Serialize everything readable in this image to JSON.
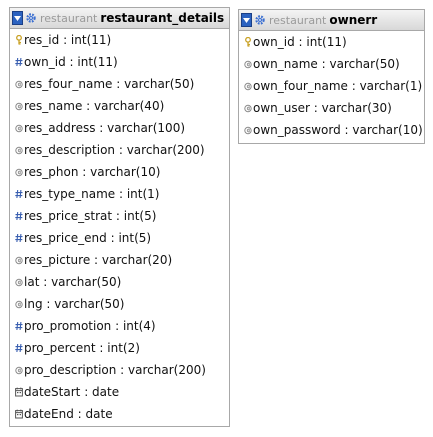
{
  "tables": [
    {
      "db": "restaurant",
      "name": "restaurant_details",
      "columns": [
        {
          "text": "res_id : int(11)",
          "kind": "key"
        },
        {
          "text": "own_id : int(11)",
          "kind": "number"
        },
        {
          "text": "res_four_name : varchar(50)",
          "kind": "string"
        },
        {
          "text": "res_name : varchar(40)",
          "kind": "string"
        },
        {
          "text": "res_address : varchar(100)",
          "kind": "string"
        },
        {
          "text": "res_description : varchar(200)",
          "kind": "string"
        },
        {
          "text": "res_phon : varchar(10)",
          "kind": "string"
        },
        {
          "text": "res_type_name : int(1)",
          "kind": "number"
        },
        {
          "text": "res_price_strat : int(5)",
          "kind": "number"
        },
        {
          "text": "res_price_end : int(5)",
          "kind": "number"
        },
        {
          "text": "res_picture : varchar(20)",
          "kind": "string"
        },
        {
          "text": "lat : varchar(50)",
          "kind": "string"
        },
        {
          "text": "lng : varchar(50)",
          "kind": "string"
        },
        {
          "text": "pro_promotion : int(4)",
          "kind": "number"
        },
        {
          "text": "pro_percent : int(2)",
          "kind": "number"
        },
        {
          "text": "pro_description : varchar(200)",
          "kind": "string"
        },
        {
          "text": "dateStart : date",
          "kind": "date"
        },
        {
          "text": "dateEnd : date",
          "kind": "date"
        }
      ]
    },
    {
      "db": "restaurant",
      "name": "ownerr",
      "columns": [
        {
          "text": "own_id : int(11)",
          "kind": "key"
        },
        {
          "text": "own_name : varchar(50)",
          "kind": "string"
        },
        {
          "text": "own_four_name : varchar(1)",
          "kind": "string"
        },
        {
          "text": "own_user : varchar(30)",
          "kind": "string"
        },
        {
          "text": "own_password : varchar(10)",
          "kind": "string"
        }
      ]
    }
  ],
  "icons": {
    "key": "key-icon",
    "number": "numeric-column-icon",
    "string": "string-column-icon",
    "date": "date-column-icon"
  },
  "colors": {
    "header_toggle": "#2b62c0",
    "key_icon": "#c9a227",
    "number_icon": "#3a5fb0",
    "string_icon": "#8c8c8c",
    "date_icon": "#555555"
  }
}
